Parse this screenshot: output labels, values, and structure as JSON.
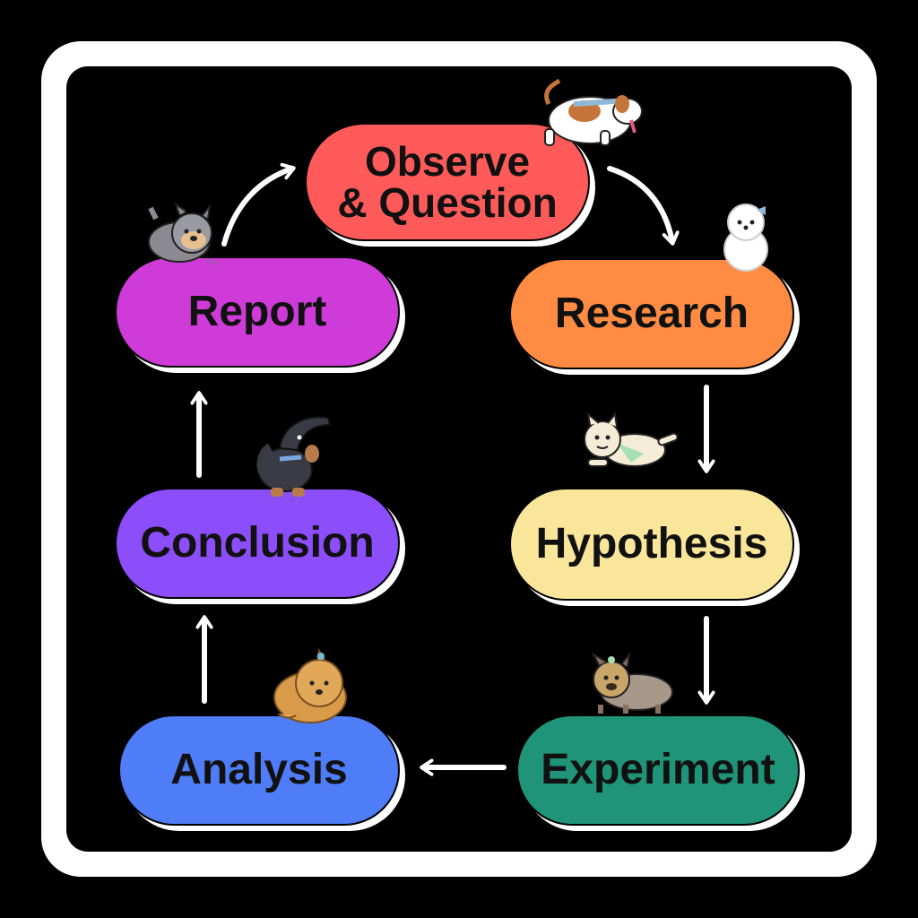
{
  "stages": {
    "observe": {
      "label": "Observe\n& Question",
      "color": "#ff5a5a"
    },
    "research": {
      "label": "Research",
      "color": "#ff8c42"
    },
    "hypothesis": {
      "label": "Hypothesis",
      "color": "#f9e69a"
    },
    "experiment": {
      "label": "Experiment",
      "color": "#1f9478"
    },
    "analysis": {
      "label": "Analysis",
      "color": "#4f7cf7"
    },
    "conclusion": {
      "label": "Conclusion",
      "color": "#8c4dfa"
    },
    "report": {
      "label": "Report",
      "color": "#cf3bd8"
    }
  },
  "colors": {
    "frame": "#ffffff",
    "background": "#000000",
    "arrow": "#ffffff"
  },
  "illustrations": [
    "beagle-dog-icon",
    "white-fluffy-dog-icon",
    "white-running-dog-icon",
    "yorkie-dog-icon",
    "pomeranian-dog-icon",
    "dachshund-dog-icon",
    "schnauzer-dog-icon"
  ]
}
